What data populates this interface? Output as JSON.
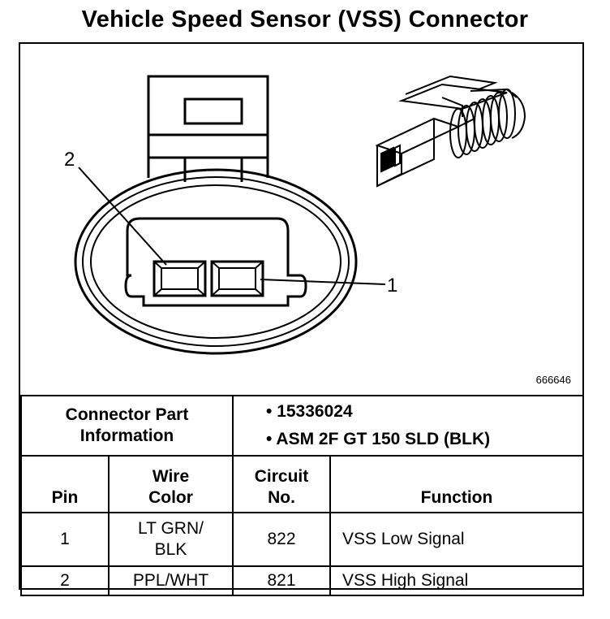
{
  "title": "Vehicle Speed Sensor (VSS) Connector",
  "diagram": {
    "callout_pin2": "2",
    "callout_pin1": "1",
    "reference_number": "666646"
  },
  "connector_info": {
    "label_line1": "Connector Part",
    "label_line2": "Information",
    "values": [
      "15336024",
      "ASM 2F GT 150 SLD (BLK)"
    ]
  },
  "table": {
    "headers": {
      "pin": "Pin",
      "wire_color_line1": "Wire",
      "wire_color_line2": "Color",
      "circuit_line1": "Circuit",
      "circuit_line2": "No.",
      "function": "Function"
    },
    "rows": [
      {
        "pin": "1",
        "wire_line1": "LT GRN/",
        "wire_line2": "BLK",
        "circuit": "822",
        "function": "VSS Low Signal"
      },
      {
        "pin": "2",
        "wire_line1": "PPL/WHT",
        "wire_line2": "",
        "circuit": "821",
        "function": "VSS High Signal"
      }
    ]
  }
}
